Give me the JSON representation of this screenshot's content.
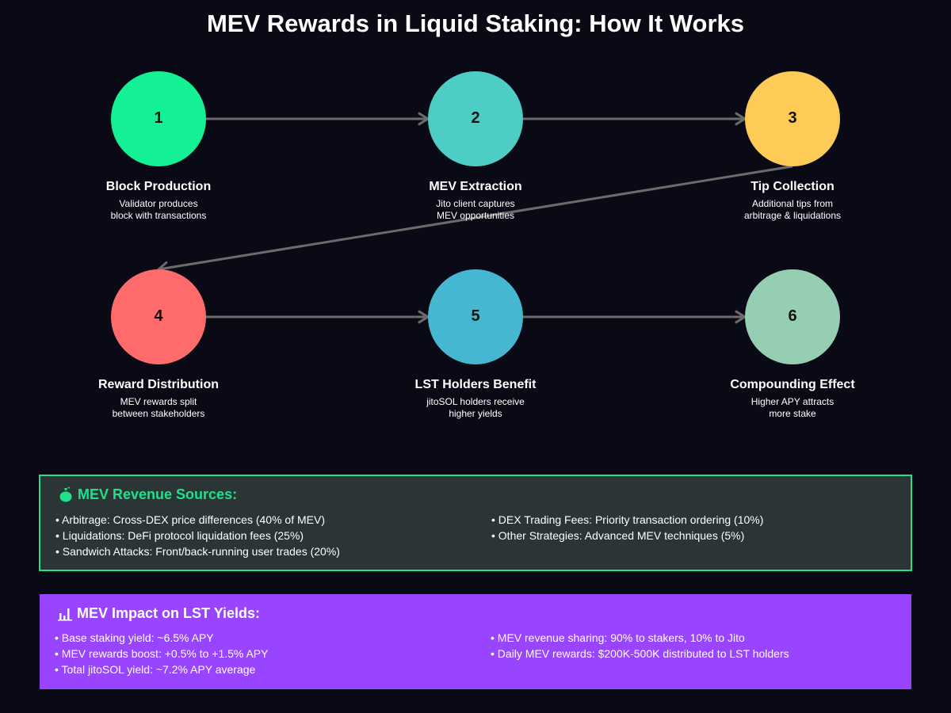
{
  "title": "MEV Rewards in Liquid Staking: How It Works",
  "colors": {
    "background": "#0a0a16",
    "arrow": "#6b6b6b",
    "accent_green": "#20e08a",
    "accent_purple": "#9945ff"
  },
  "steps": [
    {
      "number": "1",
      "title": "Block Production",
      "desc": [
        "Validator produces",
        "block with transactions"
      ],
      "color": "#14f195"
    },
    {
      "number": "2",
      "title": "MEV Extraction",
      "desc": [
        "Jito client captures",
        "MEV opportunities"
      ],
      "color": "#4ecdc4"
    },
    {
      "number": "3",
      "title": "Tip Collection",
      "desc": [
        "Additional tips from",
        "arbitrage & liquidations"
      ],
      "color": "#ffcb57"
    },
    {
      "number": "4",
      "title": "Reward Distribution",
      "desc": [
        "MEV rewards split",
        "between stakeholders"
      ],
      "color": "#ff6b6b"
    },
    {
      "number": "5",
      "title": "LST Holders Benefit",
      "desc": [
        "jitoSOL holders receive",
        "higher yields"
      ],
      "color": "#45b7d1"
    },
    {
      "number": "6",
      "title": "Compounding Effect",
      "desc": [
        "Higher APY attracts",
        "more stake"
      ],
      "color": "#96ceb4"
    }
  ],
  "flow": [
    [
      1,
      2
    ],
    [
      2,
      3
    ],
    [
      3,
      4
    ],
    [
      4,
      5
    ],
    [
      5,
      6
    ]
  ],
  "revenue": {
    "icon": "money-bag-icon",
    "heading": "MEV Revenue Sources:",
    "left": [
      "• Arbitrage: Cross-DEX price differences (40% of MEV)",
      "• Liquidations: DeFi protocol liquidation fees (25%)",
      "• Sandwich Attacks: Front/back-running user trades (20%)"
    ],
    "right": [
      "• DEX Trading Fees: Priority transaction ordering (10%)",
      "• Other Strategies: Advanced MEV techniques (5%)"
    ]
  },
  "impact": {
    "icon": "bar-chart-icon",
    "heading": "MEV Impact on LST Yields:",
    "left": [
      "• Base staking yield: ~6.5% APY",
      "• MEV rewards boost: +0.5% to +1.5% APY",
      "• Total jitoSOL yield: ~7.2% APY average"
    ],
    "right": [
      "• MEV revenue sharing: 90% to stakers, 10% to Jito",
      "• Daily MEV rewards: $200K-500K distributed to LST holders"
    ]
  }
}
